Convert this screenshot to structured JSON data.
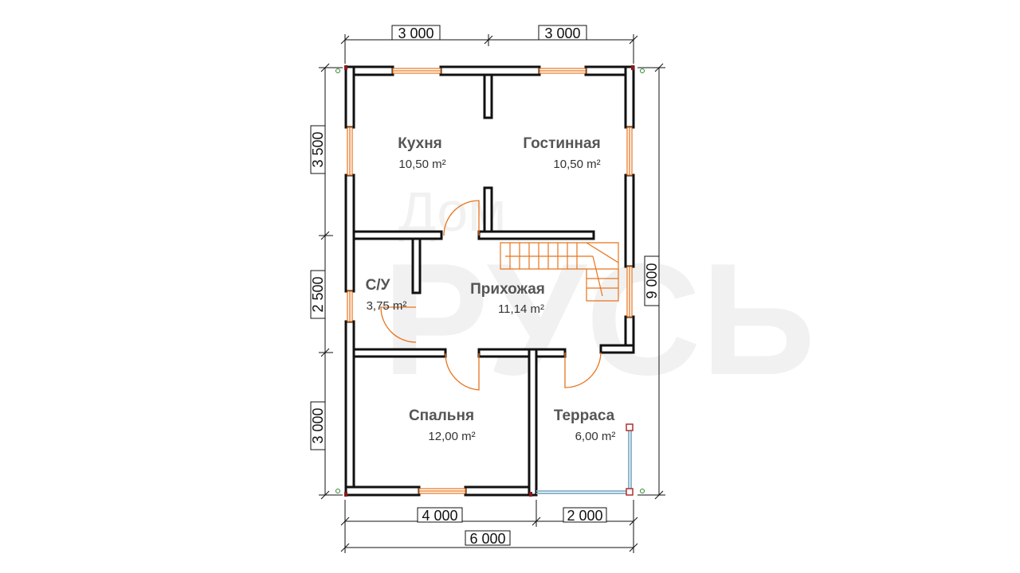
{
  "rooms": [
    {
      "name": "Кухня",
      "area": "10,50 m²"
    },
    {
      "name": "Гостинная",
      "area": "10,50 m²"
    },
    {
      "name": "С/У",
      "area": "3,75 m²"
    },
    {
      "name": "Прихожая",
      "area": "11,14 m²"
    },
    {
      "name": "Спальня",
      "area": "12,00 m²"
    },
    {
      "name": "Терраса",
      "area": "6,00 m²"
    }
  ],
  "dimensions": {
    "top": [
      "3 000",
      "3 000"
    ],
    "bottom": [
      "4 000",
      "2 000"
    ],
    "bottom_total": "6 000",
    "left": [
      "3 500",
      "2 500",
      "3 000"
    ],
    "right_total": "9 000"
  },
  "watermark": {
    "line1": "Дом",
    "line2": "РУСЬ"
  },
  "colors": {
    "wall": "#111111",
    "door": "#e8741c",
    "rail": "#8fb8cc",
    "text": "#555555"
  }
}
